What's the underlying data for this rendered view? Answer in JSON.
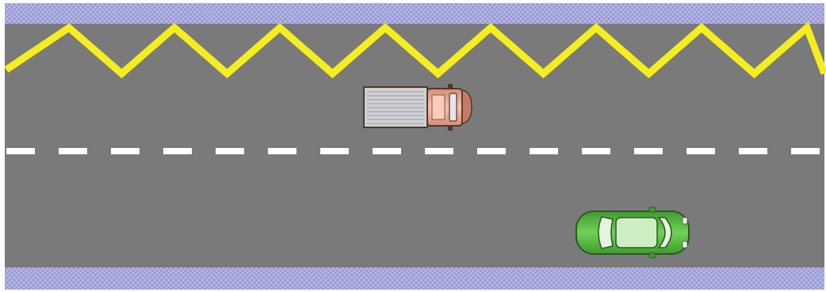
{
  "scene": {
    "colors": {
      "background": "#ffffff",
      "road": "#7a7a7a",
      "sidewalk": "#b7b8e4",
      "sidewalk_pattern": "#8d8fcf",
      "zigzag": "#f5ee1e",
      "center_dash": "#ffffff",
      "truck_cargo": "#cfcfd4",
      "truck_cab": "#f3b69c",
      "car_body": "#5fc24a",
      "car_glass": "#e6f4e0"
    },
    "markings": [
      "zigzag-line",
      "dashed-center-line"
    ],
    "vehicles": [
      {
        "type": "truck",
        "lane": "upper",
        "icon": "truck-icon"
      },
      {
        "type": "car",
        "lane": "lower",
        "icon": "car-icon"
      }
    ]
  }
}
